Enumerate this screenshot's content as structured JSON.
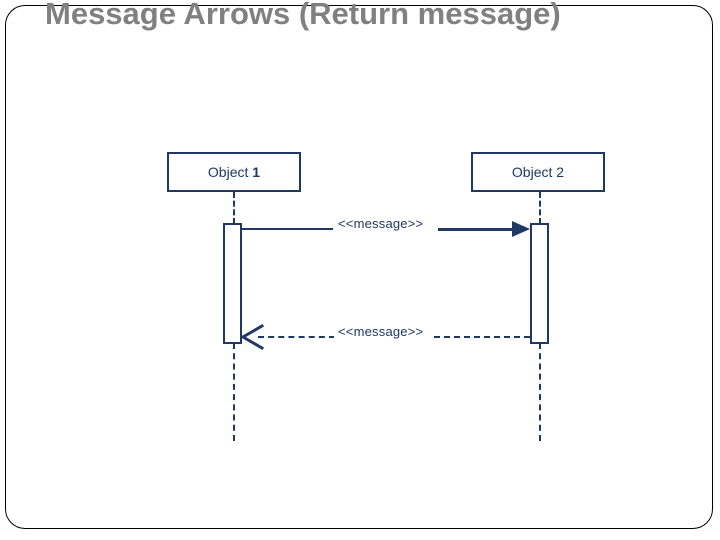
{
  "slide": {
    "title": "Message Arrows (Return message)",
    "title_color": "#808080",
    "frame_color": "#000000",
    "background": "#ffffff"
  },
  "diagram": {
    "type": "uml-sequence-diagram",
    "accent_color": "#1F3864",
    "objects": [
      {
        "id": "object-1",
        "label_plain": "Object",
        "label_emphasis": "1",
        "label": "Object 1"
      },
      {
        "id": "object-2",
        "label_plain": "Object",
        "label_emphasis": "2",
        "label": "Object 2"
      }
    ],
    "messages": [
      {
        "id": "message-call",
        "label": "<<message>>",
        "from": "Object 1",
        "to": "Object 2",
        "line_style": "solid",
        "arrowhead": "filled-triangle",
        "direction": "right"
      },
      {
        "id": "message-return",
        "label": "<<message>>",
        "from": "Object 2",
        "to": "Object 1",
        "line_style": "dashed",
        "arrowhead": "open-v",
        "direction": "left"
      }
    ]
  }
}
